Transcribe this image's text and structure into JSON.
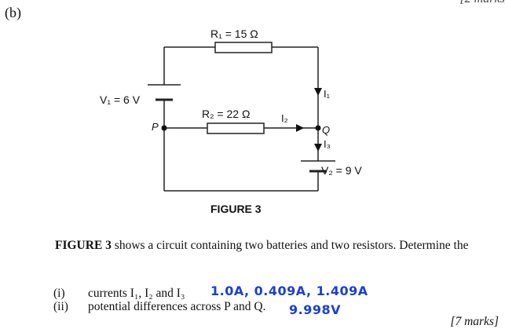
{
  "part_label": "(b)",
  "marks_top": "[2 marks]",
  "circuit": {
    "r1_label": "R₁ = 15 Ω",
    "r2_label": "R₂ = 22 Ω",
    "v1_label": "V₁ = 6 V",
    "v2_label": "V₂ = 9 V",
    "i1_label": "I₁",
    "i2_label": "I₂",
    "i3_label": "I₃",
    "p_label": "P",
    "q_label": "Q"
  },
  "figure_title": "FIGURE 3",
  "question": {
    "bold_lead": "FIGURE 3",
    "text": " shows a circuit containing two batteries and two resistors. Determine the",
    "items": [
      {
        "num": "(i)",
        "text": "currents I₁, I₂ and I₃"
      },
      {
        "num": "(ii)",
        "text": "potential differences across P and Q."
      }
    ],
    "marks": "[7 marks]"
  },
  "handwritten": {
    "answer_i": "1.0A, 0.409A, 1.409A",
    "answer_ii": "9.998V"
  }
}
